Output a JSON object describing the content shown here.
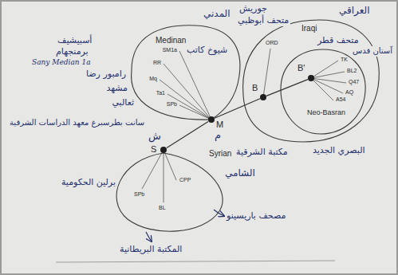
{
  "diagram": {
    "nodes": [
      {
        "text": [
          "Medinan",
          "المدني"
        ]
      },
      {
        "text": [
          "Iraqi",
          "العراقي"
        ]
      },
      {
        "text": [
          "Neo-Basran",
          "البصري الجديد"
        ],
        "in": 1
      },
      {
        "text": [
          "M",
          "م"
        ]
      },
      {
        "text": [
          "B"
        ],
        "in": 1
      },
      {
        "text": [
          "B'"
        ],
        "in": 2
      },
      {
        "text": [
          "Syrian",
          "الشامي"
        ]
      },
      {
        "text": [
          "S",
          "ش"
        ]
      }
    ],
    "edges": [
      {
        "from": 3,
        "to": 4,
        "arrow": "none"
      },
      {
        "from": 4,
        "to": 5,
        "arrow": "none"
      },
      {
        "from": 3,
        "to": 7,
        "arrow": "none"
      }
    ],
    "labels": [
      "أسبيشيف",
      "برمنجهام",
      "Sany Median 1a",
      "شيوخ كاتب",
      "رامبور رضا",
      "مشهد",
      "ثعالبي",
      "سانت بطرسبرغ معهد الدراسات الشرقية",
      "SM1a",
      "RR",
      "Mq",
      "Ta1",
      "SPb",
      "جوريش",
      "متحف أبوظبي",
      "ORD",
      "متحف قطر",
      "آستان قدس",
      "TK",
      "BL2",
      "Q47",
      "AQ",
      "A54",
      "مكتبة الشرقية",
      "SPb",
      "CPP",
      "BL",
      "برلين الحكومية",
      "مصحف باريسينو",
      "المكتبة البريطانية"
    ]
  }
}
